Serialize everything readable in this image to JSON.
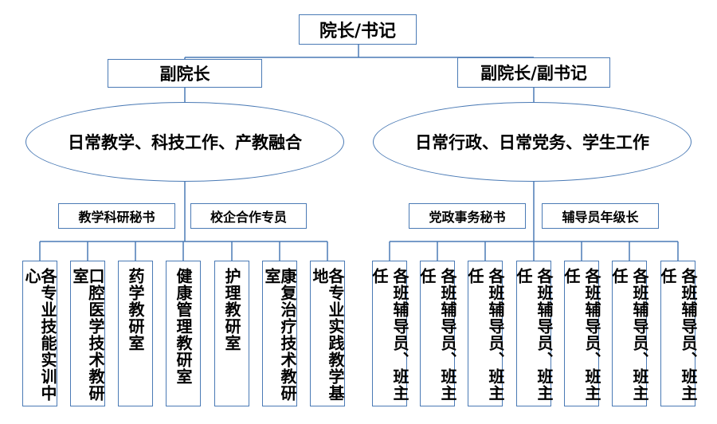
{
  "colors": {
    "border": "#4a7ab5",
    "line": "#4a7ab5",
    "text": "#000000"
  },
  "top": {
    "label": "院长/书记"
  },
  "left": {
    "head": "副院长",
    "duty": "日常教学、科技工作、产教融合",
    "assistants": [
      "教学科研秘书",
      "校企合作专员"
    ],
    "units": [
      "各专业技能实训中心",
      "口腔医学技术教研室",
      "药学教研室",
      "健康管理教研室",
      "护理教研室",
      "康复治疗技术教研室",
      "各专业实践教学基地"
    ]
  },
  "right": {
    "head": "副院长/副书记",
    "duty": "日常行政、日常党务、学生工作",
    "assistants": [
      "党政事务秘书",
      "辅导员年级长"
    ],
    "units": [
      "各班辅导员、班主任",
      "各班辅导员、班主任",
      "各班辅导员、班主任",
      "各班辅导员、班主任",
      "各班辅导员、班主任",
      "各班辅导员、班主任",
      "各班辅导员、班主任"
    ]
  }
}
